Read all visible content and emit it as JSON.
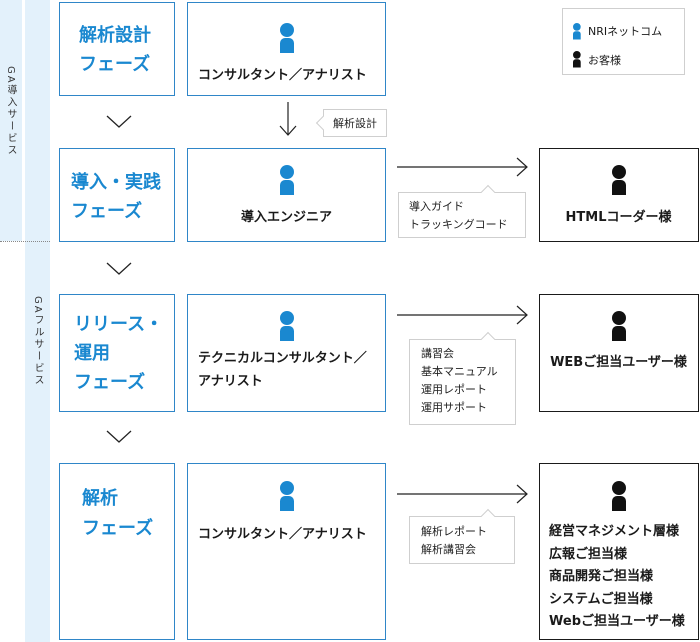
{
  "side_labels": {
    "ga_intro": "GA導入サービス",
    "ga_full": "GAフルサービス"
  },
  "legend": {
    "nri": "NRIネットコム",
    "client": "お客様"
  },
  "colors": {
    "nri": "#1a88d0",
    "client": "#111111",
    "band": "#e3f1fb"
  },
  "phases": [
    {
      "lines": [
        "解析設計",
        "フェーズ"
      ]
    },
    {
      "lines": [
        "導入・実践",
        "フェーズ"
      ]
    },
    {
      "lines": [
        "リリース・",
        "運用",
        "フェーズ"
      ]
    },
    {
      "lines": [
        "解析",
        "フェーズ"
      ]
    }
  ],
  "roles": [
    {
      "lines": [
        "コンサルタント／アナリスト"
      ]
    },
    {
      "lines": [
        "導入エンジニア"
      ]
    },
    {
      "lines": [
        "テクニカルコンサルタント／",
        "アナリスト"
      ]
    },
    {
      "lines": [
        "コンサルタント／アナリスト"
      ]
    }
  ],
  "handoff_label": "解析設計",
  "deliverables": [
    {
      "lines": [
        "導入ガイド",
        "トラッキングコード"
      ]
    },
    {
      "lines": [
        "講習会",
        "基本マニュアル",
        "運用レポート",
        "運用サポート"
      ]
    },
    {
      "lines": [
        "解析レポート",
        "解析講習会"
      ]
    }
  ],
  "client_roles": [
    {
      "lines": [
        "HTMLコーダー様"
      ]
    },
    {
      "lines": [
        "WEBご担当ユーザー様"
      ]
    },
    {
      "lines": [
        "経営マネジメント層様",
        "広報ご担当様",
        "商品開発ご担当様",
        "システムご担当様",
        "Webご担当ユーザー様"
      ]
    }
  ]
}
